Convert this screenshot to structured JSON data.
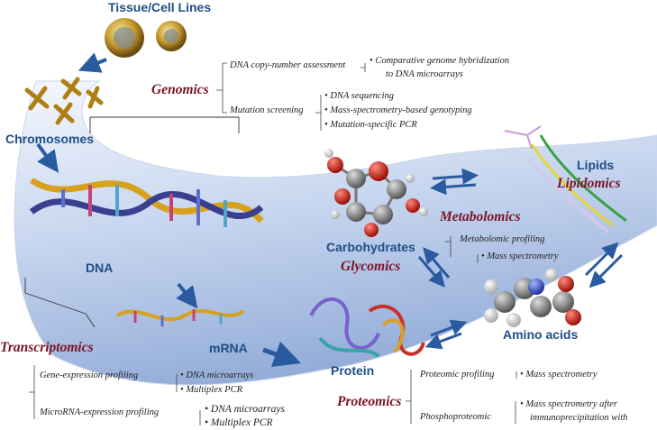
{
  "labels": {
    "tissue": "Tissue/Cell Lines",
    "chromosomes": "Chromosomes",
    "dna": "DNA",
    "mrna": "mRNA",
    "protein": "Protein",
    "carbohydrates": "Carbohydrates",
    "amino_acids": "Amino acids",
    "lipids": "Lipids"
  },
  "omics": {
    "genomics": "Genomics",
    "transcriptomics": "Transcriptomics",
    "proteomics": "Proteomics",
    "metabolomics": "Metabolomics",
    "glycomics": "Glycomics",
    "lipidomics": "Lipidomics"
  },
  "genomics": {
    "cna": "DNA copy-number assessment",
    "cna_items": [
      "Comparative genome hybridization",
      "to DNA microarrays"
    ],
    "mutation": "Mutation screening",
    "mutation_items": [
      "DNA sequencing",
      "Mass-spectrometry-based genotyping",
      "Mutation-specific PCR"
    ]
  },
  "metabolomics": {
    "profiling": "Metabolomic profiling",
    "method": "Mass spectrometry"
  },
  "transcriptomics": {
    "gene": "Gene-expression profiling",
    "gene_items": [
      "DNA microarrays",
      "Multiplex PCR"
    ],
    "mirna": "MicroRNA-expression profiling",
    "mirna_items": [
      "DNA microarrays",
      "Multiplex PCR"
    ]
  },
  "proteomics": {
    "profiling": "Proteomic profiling",
    "profiling_method": "Mass spectrometry",
    "phospho": "Phosphoproteomic",
    "phospho_items": [
      "Mass spectrometry after",
      "immunoprecipitation with"
    ]
  },
  "colors": {
    "omics_red": "#7a1424",
    "label_blue": "#1f4e86",
    "band_light": "#eef3fb",
    "band_dark": "#9eb6dc",
    "arrow_blue": "#2a5aa0"
  },
  "bullet": "•"
}
